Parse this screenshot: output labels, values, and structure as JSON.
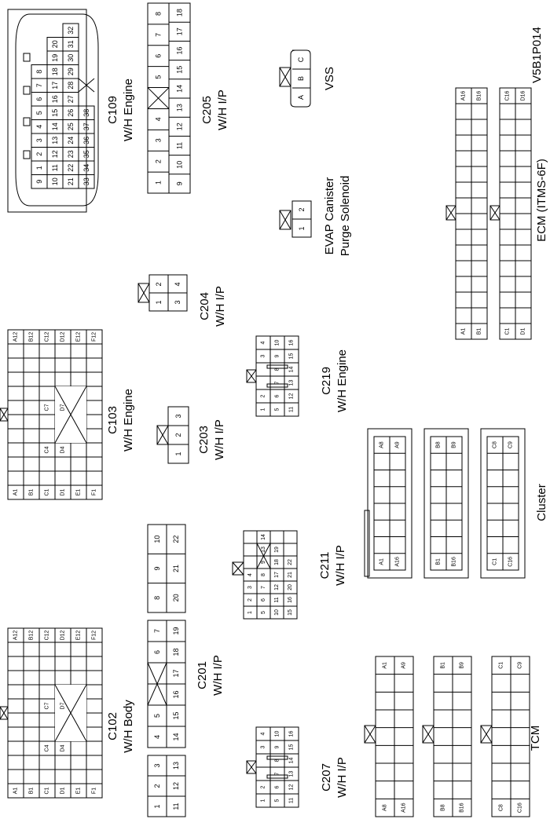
{
  "figure_id": "V5B1P014",
  "connectors": {
    "c109": {
      "label": "C109",
      "sub": "W/H Engine",
      "rows": [
        [
          "9",
          "1",
          "2",
          "3",
          "4",
          "5",
          "6",
          "7",
          "8"
        ],
        [
          "10",
          "11",
          "12",
          "13",
          "14",
          "15",
          "16",
          "17",
          "18",
          "19",
          "20"
        ],
        [
          "21",
          "22",
          "23",
          "24",
          "25",
          "26",
          "27",
          "28",
          "29",
          "30",
          "31",
          "32"
        ],
        [
          "33",
          "34",
          "35",
          "36",
          "37",
          "38"
        ]
      ]
    },
    "c205": {
      "label": "C205",
      "sub": "W/H I/P",
      "top": [
        "1",
        "2",
        "3",
        "4",
        "5",
        "6",
        "7",
        "8"
      ],
      "bottom": [
        "9",
        "10",
        "11",
        "12",
        "13",
        "14",
        "15",
        "16",
        "17",
        "18"
      ]
    },
    "vss": {
      "label": "VSS",
      "pins": [
        "A",
        "B",
        "C"
      ]
    },
    "evap": {
      "label": "EVAP Canister",
      "sub": "Purge Solenoid",
      "pins": [
        "1",
        "2"
      ]
    },
    "ecm": {
      "label": "ECM (ITMS-6F)",
      "rows": [
        {
          "first": "A1",
          "last": "A16"
        },
        {
          "first": "B1",
          "last": "B16"
        },
        {
          "first": "C1",
          "last": "C16"
        },
        {
          "first": "D1",
          "last": "D16"
        }
      ]
    },
    "c204": {
      "label": "C204",
      "sub": "W/H I/P",
      "pins": [
        "1",
        "2",
        "3",
        "4"
      ]
    },
    "c103": {
      "label": "C103",
      "sub": "W/H Engine",
      "rows": [
        {
          "first": "A1",
          "last": "A12"
        },
        {
          "first": "B1",
          "last": "B12"
        },
        {
          "first": "C1",
          "last": "C12"
        },
        {
          "first": "D1",
          "last": "D12"
        },
        {
          "first": "E1",
          "last": "E12"
        },
        {
          "first": "F1",
          "last": "F12"
        }
      ],
      "center": [
        "C4",
        "D4",
        "C7",
        "D7"
      ]
    },
    "c203": {
      "label": "C203",
      "sub": "W/H I/P",
      "pins": [
        "1",
        "2",
        "3"
      ]
    },
    "c219": {
      "label": "C219",
      "sub": "W/H Engine",
      "rows": [
        [
          "1",
          "2",
          "",
          "",
          "3",
          "4"
        ],
        [
          "5",
          "6",
          "7",
          "8",
          "9",
          "10"
        ],
        [
          "11",
          "12",
          "13",
          "14",
          "15",
          "16"
        ]
      ]
    },
    "cluster": {
      "label": "Cluster",
      "blocks": [
        {
          "first": "A1",
          "top": "A8",
          "end": "A16",
          "tail": "A9"
        },
        {
          "first": "B1",
          "top": "B8",
          "end": "B16",
          "tail": "B9"
        },
        {
          "first": "C1",
          "top": "C8",
          "end": "C16",
          "tail": "C9"
        }
      ]
    },
    "c211": {
      "label": "C211",
      "sub": "W/H I/P",
      "rows": [
        [
          "1",
          "2",
          "3",
          "4"
        ],
        [
          "5",
          "6",
          "7",
          "8",
          "9",
          "13",
          "14"
        ],
        [
          "10",
          "11",
          "12",
          "17",
          "18",
          "19"
        ],
        [
          "15",
          "16",
          "20",
          "21",
          "22"
        ]
      ]
    },
    "c201": {
      "label": "C201",
      "sub": "W/H I/P",
      "top": [
        "1",
        "2",
        "3",
        "4",
        "5",
        "6",
        "7",
        "8",
        "9",
        "10"
      ],
      "bottom": [
        "11",
        "12",
        "13",
        "14",
        "15",
        "16",
        "17",
        "18",
        "19",
        "20",
        "21",
        "22"
      ]
    },
    "c102": {
      "label": "C102",
      "sub": "W/H Body",
      "rows": [
        {
          "first": "A1",
          "last": "A12"
        },
        {
          "first": "B1",
          "last": "B12"
        },
        {
          "first": "C1",
          "last": "C12"
        },
        {
          "first": "D1",
          "last": "D12"
        },
        {
          "first": "E1",
          "last": "E12"
        },
        {
          "first": "F1",
          "last": "F12"
        }
      ],
      "center": [
        "C4",
        "D4",
        "C7",
        "D7"
      ]
    },
    "c207": {
      "label": "C207",
      "sub": "W/H I/P",
      "rows": [
        [
          "1",
          "2",
          "",
          "",
          "3",
          "4"
        ],
        [
          "5",
          "6",
          "7",
          "8",
          "9",
          "10"
        ],
        [
          "11",
          "12",
          "13",
          "14",
          "15",
          "16"
        ]
      ]
    },
    "tcm": {
      "label": "TCM",
      "blocks": [
        {
          "first": "A8",
          "second": "A16",
          "end": "A1",
          "end2": "A9"
        },
        {
          "first": "B8",
          "second": "B16",
          "end": "B1",
          "end2": "B9"
        },
        {
          "first": "C8",
          "second": "C16",
          "end": "C1",
          "end2": "C9"
        }
      ]
    }
  }
}
